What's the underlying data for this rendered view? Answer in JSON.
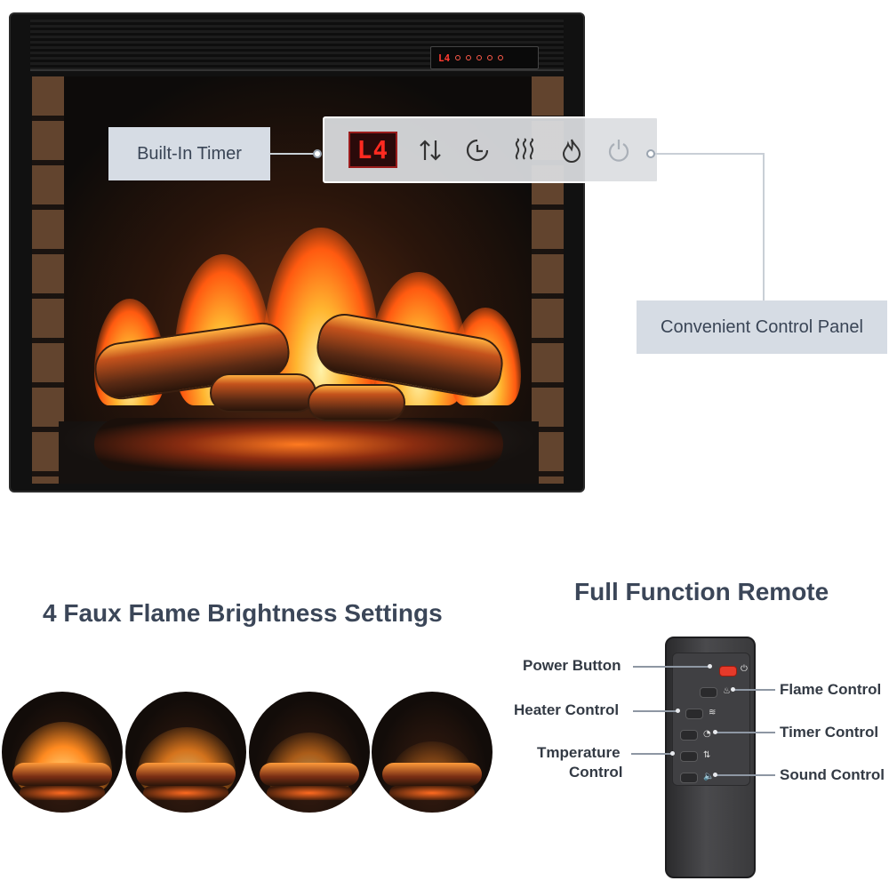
{
  "fireplace": {
    "mini_display": "L4",
    "panel_display": "L4",
    "panel_icons": [
      "temperature-arrows-icon",
      "timer-icon",
      "heat-icon",
      "flame-icon",
      "power-icon"
    ]
  },
  "callouts": {
    "timer": "Built-In Timer",
    "control_panel": "Convenient Control Panel"
  },
  "brightness": {
    "title": "4 Faux Flame Brightness Settings",
    "levels": [
      1.0,
      0.75,
      0.5,
      0.3
    ]
  },
  "remote": {
    "title": "Full Function Remote",
    "labels": {
      "power": "Power Button",
      "flame": "Flame Control",
      "heater": "Heater Control",
      "timer": "Timer Control",
      "temperature_1": "Tmperature",
      "temperature_2": "Control",
      "sound": "Sound Control"
    }
  },
  "colors": {
    "label_bg": "#d6dce4",
    "title_text": "#3b4658",
    "led_red": "#ff2a20",
    "power_red": "#e53a2a"
  }
}
